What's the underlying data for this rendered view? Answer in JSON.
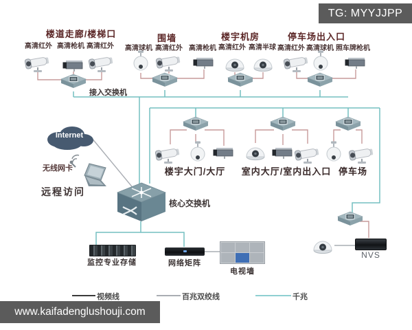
{
  "watermarks": {
    "tg": "TG: MYYJJPP",
    "site": "www.kaifadenglushouji.com"
  },
  "groups_top": [
    {
      "title": "楼道走廊/楼梯口",
      "cameras": [
        {
          "label": "高清红外"
        },
        {
          "label": "高清枪机"
        },
        {
          "label": "高清红外"
        }
      ]
    },
    {
      "title": "围墙",
      "cameras": [
        {
          "label": "高清球机"
        },
        {
          "label": "高清红外"
        },
        {
          "label": "高清枪机"
        }
      ]
    },
    {
      "title": "楼宇机房",
      "cameras": [
        {
          "label": "高清红外"
        },
        {
          "label": "高清半球"
        }
      ]
    },
    {
      "title": "停车场出入口",
      "cameras": [
        {
          "label": "高清红外"
        },
        {
          "label": "高清球机"
        },
        {
          "label": "照车牌枪机"
        }
      ]
    }
  ],
  "switch_labels": {
    "access": "接入交换机",
    "core": "核心交换机"
  },
  "remote": {
    "internet": "Internet",
    "wireless_card": "无线网卡",
    "remote_access": "远程访问"
  },
  "groups_mid": [
    {
      "label": "楼宇大门/大厅"
    },
    {
      "label": "室内大厅/室内出入口"
    },
    {
      "label": "停车场"
    }
  ],
  "bottom_devices": {
    "storage": "监控专业存储",
    "matrix": "网络矩阵",
    "tv_wall": "电视墙",
    "nvs": "NVS"
  },
  "legend": [
    {
      "label": "视频线",
      "color": "#3a3a3a"
    },
    {
      "label": "百兆双绞线",
      "color": "#a9adb3"
    },
    {
      "label": "千兆",
      "color": "#8fd0d2"
    }
  ],
  "colors": {
    "wire_gigabit": "#74bfc1",
    "wire_camera_drop": "#c79a9a",
    "wire_gray": "#a9adb3",
    "watermark_bg": "#5b5b5b",
    "cloud": "#475a70",
    "group_title": "#5b2626"
  }
}
